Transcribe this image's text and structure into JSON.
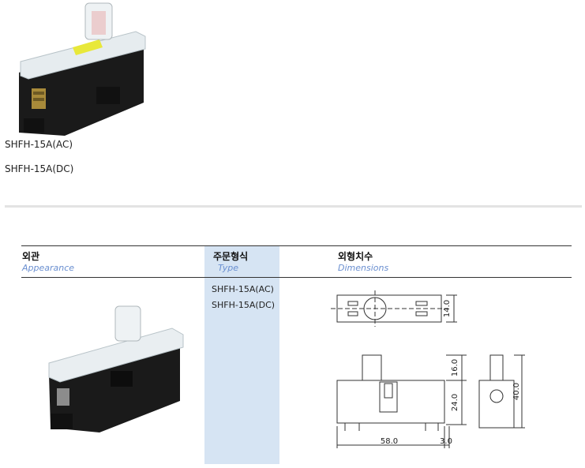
{
  "top": {
    "model_ac": "SHFH-15A(AC)",
    "model_dc": "SHFH-15A(DC)"
  },
  "table": {
    "appearance_ko": "외관",
    "appearance_en": "Appearance",
    "type_ko": "주문형식",
    "type_en": "Type",
    "dims_ko": "외형치수",
    "dims_en": "Dimensions",
    "types": [
      "SHFH-15A(AC)",
      "SHFH-15A(DC)"
    ]
  },
  "dimensions": {
    "width": "14.0",
    "top_height": "16.0",
    "body_height": "24.0",
    "total_height": "40.0",
    "length": "58.0",
    "offset": "3.0"
  },
  "colors": {
    "type_column_bg": "#d6e4f3",
    "english_header": "#6a8fd0",
    "divider": "#e3e3e3"
  }
}
